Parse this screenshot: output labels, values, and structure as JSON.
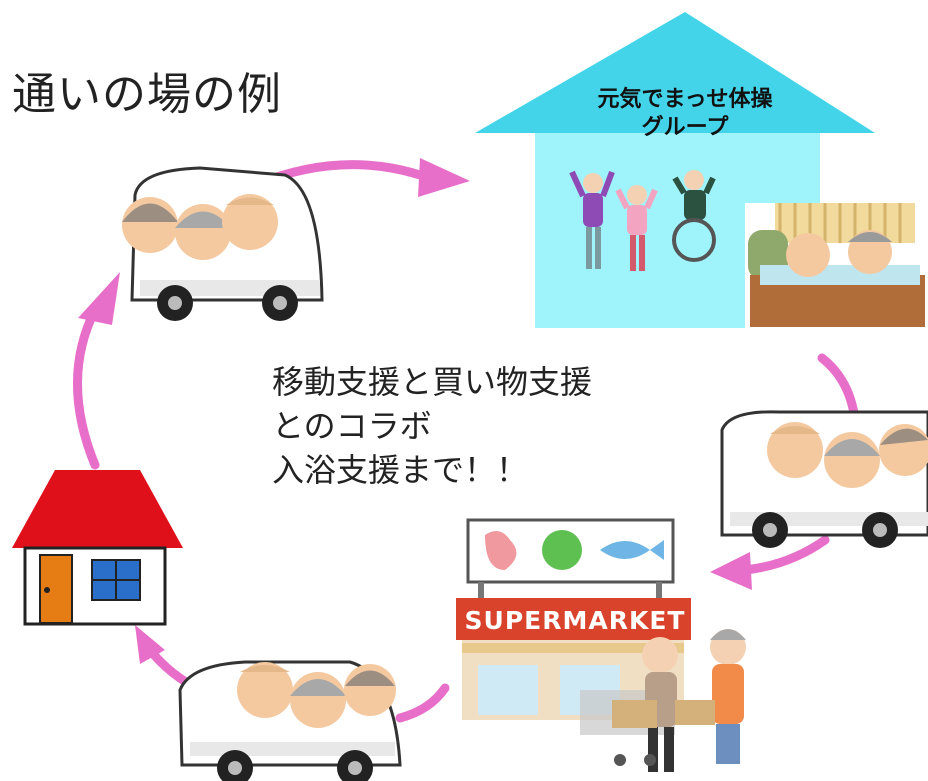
{
  "title": "通いの場の例",
  "center_text": {
    "line1": "移動支援と買い物支援",
    "line2": "とのコラボ",
    "line3": "入浴支援まで！！"
  },
  "exercise_house": {
    "label_line1": "元気でまっせ体操",
    "label_line2": "グループ"
  },
  "supermarket": {
    "sign": "SUPERMARKET"
  },
  "colors": {
    "arrow": "#e86fc9",
    "exercise_house_roof": "#43d4ea",
    "exercise_house_wall": "#9ff3fb",
    "home_roof": "#e0101b",
    "supermarket_awning": "#d9422b"
  }
}
